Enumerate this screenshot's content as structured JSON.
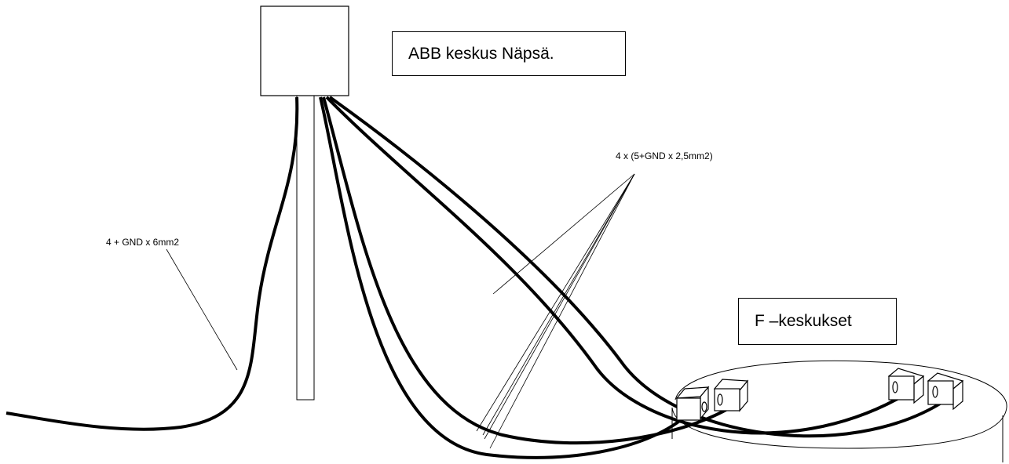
{
  "labels": {
    "abb_center": "ABB keskus Näpsä.",
    "f_centers": "F –keskukset",
    "main_cable": "4 + GND x 6mm2",
    "branch_cables": "4 x (5+GND x 2,5mm2)"
  },
  "colors": {
    "cable": "#000000",
    "outline": "#000000",
    "background": "#ffffff"
  }
}
